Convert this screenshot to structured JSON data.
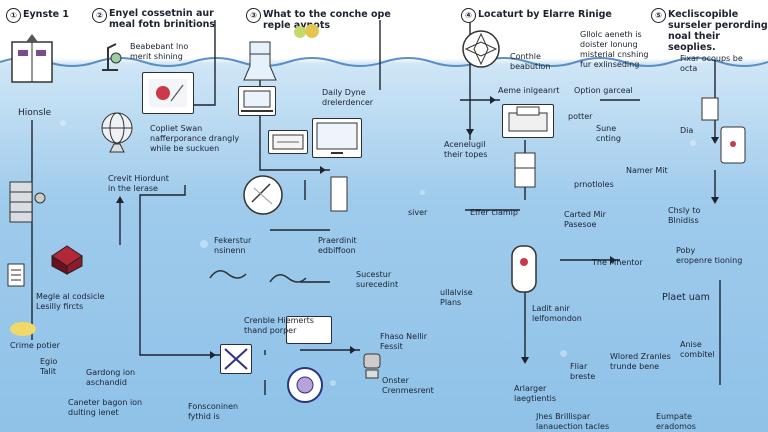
{
  "columns": [
    {
      "num": "①",
      "title": "Eynste 1"
    },
    {
      "num": "②",
      "title": "Enyel cossetnin aur\nmeal fotn brinitions"
    },
    {
      "num": "③",
      "title": "What to the conche ope\nreple avnots"
    },
    {
      "num": "④",
      "title": "Locaturt by Elarre Rinige"
    },
    {
      "num": "⑤",
      "title": "Kecliscopible\nsurseler perording\nnoal their seoplies."
    }
  ],
  "labels": {
    "hionsle": "Hionsle",
    "beabebant": "Beabebant lno\nmerit shining",
    "copliet": "Copliet Swan\nnafferporance drangly\nwhile be suckuen",
    "daily": "Daily Dyne\ndrelerdencer",
    "crevit": "Crevit Hiordunt\nin the lerase",
    "fekerstur": "Fekerstur\nnsinenn",
    "praerdinit": "Praerdinit\nedbiffoon",
    "sucestur": "Sucestur\nsurecedint",
    "megle": "Megle al codsicle\nLesilly fircts",
    "cranble": "Crenble Hiemerts\nthand porper",
    "fhaso": "Fhaso Nellir\nFessit",
    "crime": "Crime potier",
    "egio": "Egio\nTalit",
    "gardong": "Gardong ion\naschandid",
    "caneter": "Caneter bagon ion\ndulting ienet",
    "fonsconinen": "Fonsconinen\nfythid is",
    "onsteler": "Onster\nCrenmesrent",
    "conthle": "Conthle\nbeabution",
    "aeme": "Aeme inlgeanrt",
    "acenelugil": "Acenelugil\ntheir topes",
    "effer": "Effer clamip",
    "siver": "siver",
    "ullalvise": "ullalvise\nPlans",
    "ladit": "Ladit anir\nlelfomondon",
    "arlarger": "Arlarger\nlaegtientis",
    "jhes": "Jhes Brillispar\nlanauection tacles",
    "gllolc": "Gllolc aeneth is\ndoister lonung\nmisterial cnshing\nfur exlinseding",
    "option": "Option garceal",
    "potter": "potter",
    "sune": "Sune\ncnting",
    "namer": "Namer Mit",
    "prnotloles": "prnotloles",
    "carted": "Carted Mir\nPasesoe",
    "mhenter": "The Mhentor",
    "fliar": "Fliar\nbreste",
    "wlored": "Wlored Zranles\ntrunde bene",
    "fixar": "Fixar ocoups be\nocta",
    "dia": "Dia",
    "chsly": "Chsly to\nBlnidiss",
    "poby": "Poby\neropenre tioning",
    "plaet": "Plaet uam",
    "anise": "Anise\ncombitel",
    "eumpate": "Eumpate\neradomos"
  },
  "icons": [
    "book-icon",
    "globe-icon",
    "house-icon",
    "cabinet-icon",
    "microscope-icon",
    "server-icon",
    "toolbox-icon",
    "checklist-icon",
    "photo-icon",
    "beaker-icon",
    "laptop-icon",
    "monitor-icon",
    "calculator-icon",
    "tablet-icon",
    "scroll-icon",
    "network-icon",
    "compass-icon",
    "robot-icon",
    "tree-icon",
    "printer-icon",
    "water-heater-icon",
    "door-icon",
    "clock-icon",
    "balance-icon"
  ]
}
